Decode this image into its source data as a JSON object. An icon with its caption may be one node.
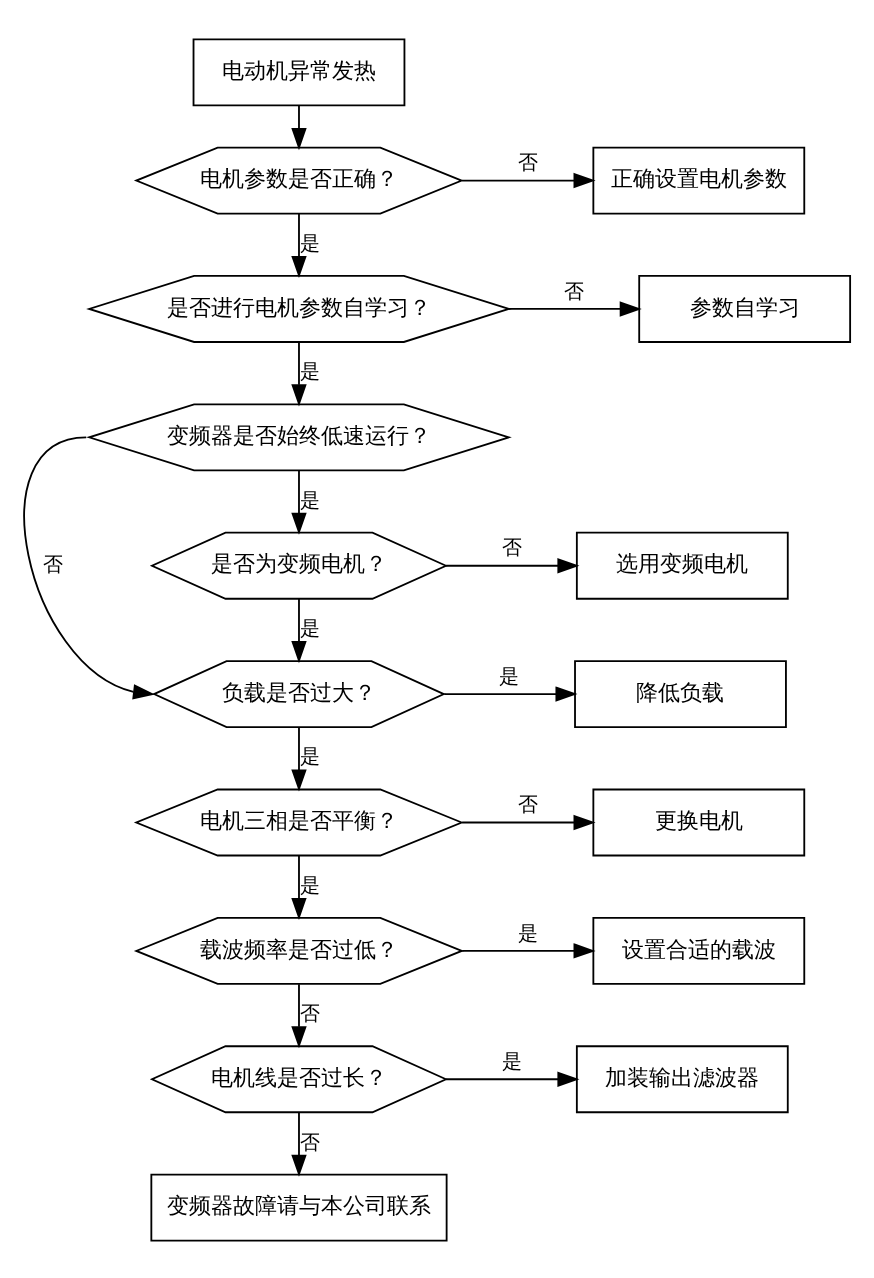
{
  "diagram": {
    "nodes": [
      {
        "text": [
          "电动机异常发热"
        ]
      },
      {
        "text": [
          "电机参数是否正确？"
        ]
      },
      {
        "text": [
          "正确设置电机参数"
        ]
      },
      {
        "text": [
          "是否进行电机参数自学习？"
        ]
      },
      {
        "text": [
          "参数自学习"
        ]
      },
      {
        "text": [
          "变频器是否始终低速运行？"
        ]
      },
      {
        "text": [
          "是否为变频电机？"
        ]
      },
      {
        "text": [
          "选用变频电机"
        ]
      },
      {
        "text": [
          "负载是否过大？"
        ]
      },
      {
        "text": [
          "降低负载"
        ]
      },
      {
        "text": [
          "电机三相是否平衡？"
        ]
      },
      {
        "text": [
          "更换电机"
        ]
      },
      {
        "text": [
          "载波频率是否过低？"
        ]
      },
      {
        "text": [
          "设置合适的载波"
        ]
      },
      {
        "text": [
          "电机线是否过长？"
        ]
      },
      {
        "text": [
          "加装输出滤波器"
        ]
      },
      {
        "text": [
          "变频器故障请与本公司联系"
        ]
      }
    ],
    "edges": [
      {
        "from": 0,
        "to": 1,
        "arrow": "to"
      },
      {
        "from": 1,
        "to": 2,
        "arrow": "to",
        "label": "否"
      },
      {
        "from": 1,
        "to": 3,
        "arrow": "to",
        "label": "是"
      },
      {
        "from": 3,
        "to": 4,
        "arrow": "to",
        "label": "否"
      },
      {
        "from": 3,
        "to": 5,
        "arrow": "to",
        "label": "是"
      },
      {
        "from": 5,
        "to": 8,
        "arrow": "to",
        "label": "否"
      },
      {
        "from": 5,
        "to": 6,
        "arrow": "to",
        "label": "是"
      },
      {
        "from": 6,
        "to": 7,
        "arrow": "to",
        "label": "否"
      },
      {
        "from": 6,
        "to": 8,
        "arrow": "to",
        "label": "是"
      },
      {
        "from": 8,
        "to": 9,
        "arrow": "to",
        "label": "是"
      },
      {
        "from": 8,
        "to": 10,
        "arrow": "to",
        "label": "是"
      },
      {
        "from": 10,
        "to": 11,
        "arrow": "to",
        "label": "否"
      },
      {
        "from": 10,
        "to": 12,
        "arrow": "to",
        "label": "是"
      },
      {
        "from": 12,
        "to": 13,
        "arrow": "to",
        "label": "是"
      },
      {
        "from": 12,
        "to": 14,
        "arrow": "to",
        "label": "否"
      },
      {
        "from": 14,
        "to": 15,
        "arrow": "to",
        "label": "是"
      },
      {
        "from": 14,
        "to": 16,
        "arrow": "to",
        "label": "否"
      }
    ]
  }
}
